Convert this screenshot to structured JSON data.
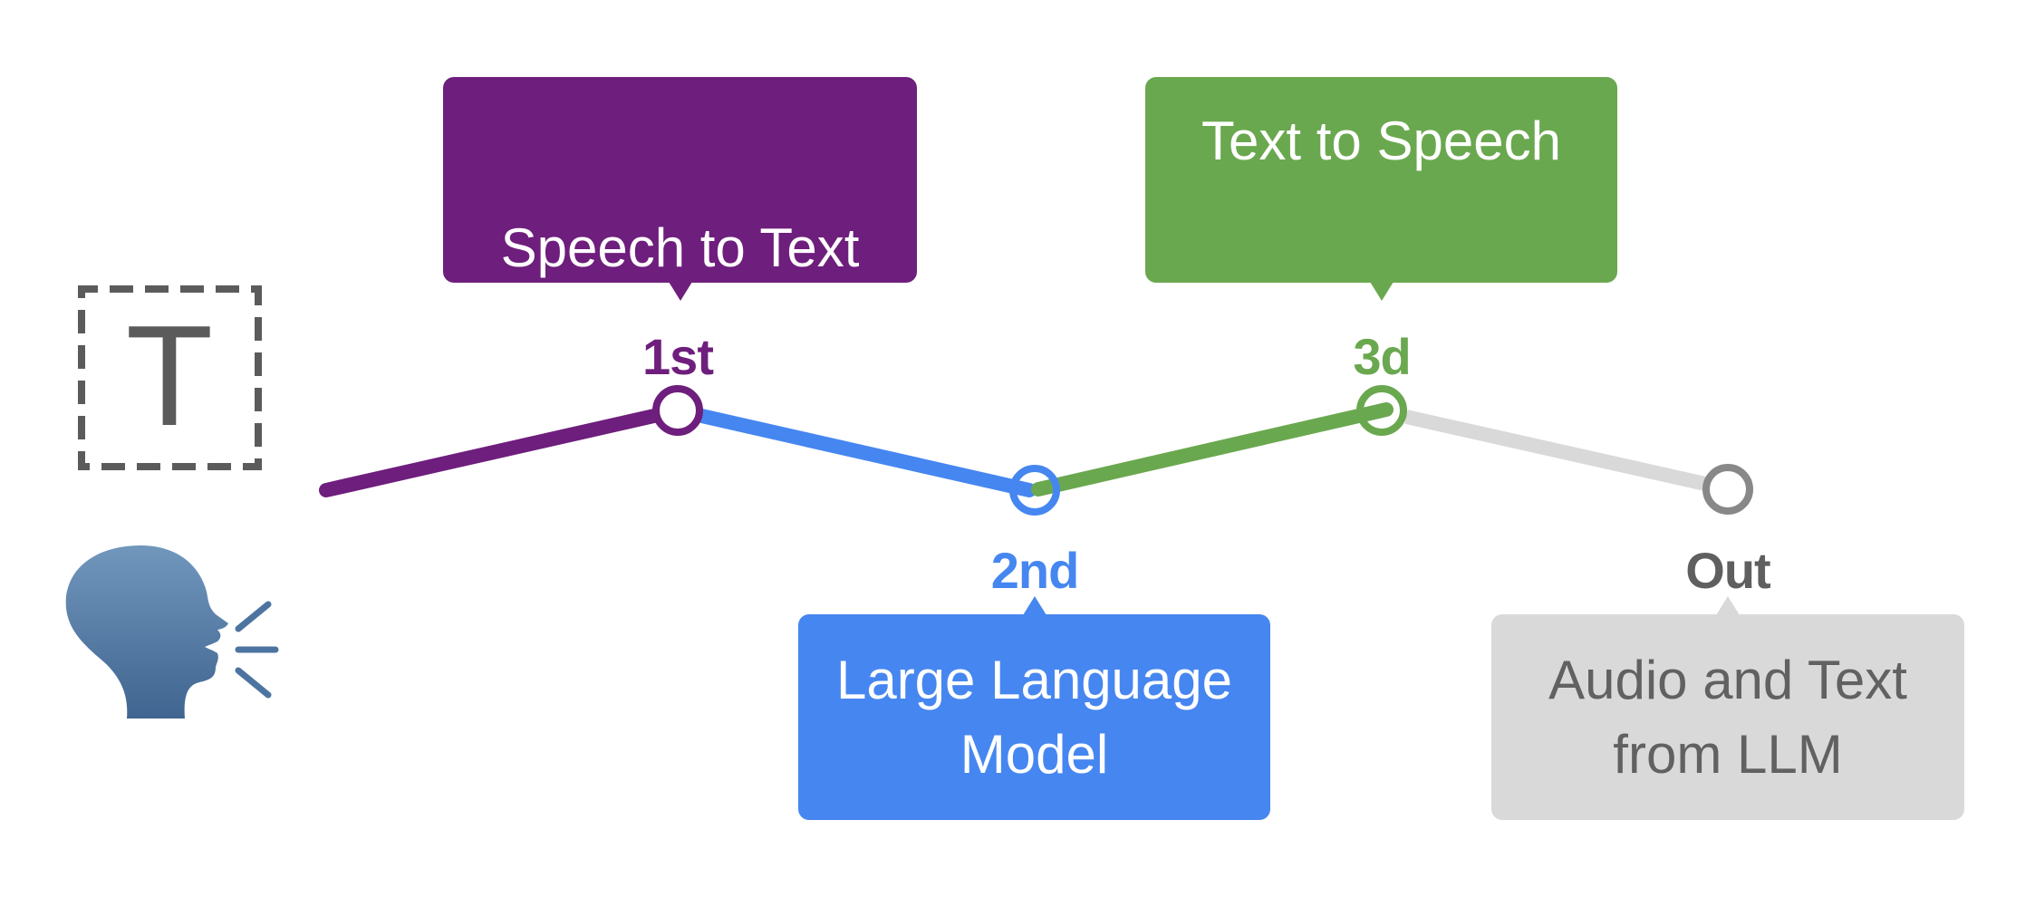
{
  "diagram": {
    "type": "voice-pipeline",
    "input_icons": [
      {
        "name": "text-input",
        "glyph": "T",
        "icon": "text-box-icon"
      },
      {
        "name": "speech-input",
        "icon": "speaking-head-icon"
      }
    ],
    "steps": [
      {
        "label": "1st",
        "title": "Speech to Text",
        "color": "#6e1e7c",
        "callout_position": "above"
      },
      {
        "label": "2nd",
        "title": "Large Language Model",
        "title_lines": [
          "Large Language",
          "Model"
        ],
        "color": "#4686f0",
        "callout_position": "below"
      },
      {
        "label": "3d",
        "title": "Text to Speech",
        "color": "#6aa84f",
        "callout_position": "above"
      },
      {
        "label": "Out",
        "title": "Audio and Text from LLM",
        "title_lines": [
          "Audio and Text",
          "from LLM"
        ],
        "color": "#d9d9d9",
        "label_color": "#5f5f5f",
        "node_color": "#888888",
        "callout_position": "below"
      }
    ],
    "connections": [
      {
        "from": "start",
        "to": "1st",
        "color": "#6e1e7c"
      },
      {
        "from": "1st",
        "to": "2nd",
        "color": "#4686f0"
      },
      {
        "from": "2nd",
        "to": "3d",
        "color": "#6aa84f"
      },
      {
        "from": "3d",
        "to": "Out",
        "color": "#d9d9d9"
      }
    ]
  }
}
